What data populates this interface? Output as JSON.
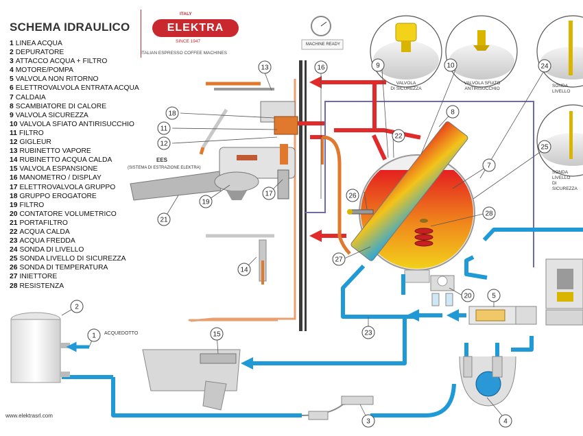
{
  "title": "SCHEMA IDRAULICO",
  "legend": [
    {
      "n": "1",
      "label": "LINEA ACQUA"
    },
    {
      "n": "2",
      "label": "DEPURATORE"
    },
    {
      "n": "3",
      "label": "ATTACCO ACQUA + FILTRO"
    },
    {
      "n": "4",
      "label": "MOTORE/POMPA"
    },
    {
      "n": "5",
      "label": "VALVOLA NON RITORNO"
    },
    {
      "n": "6",
      "label": "ELETTROVALVOLA ENTRATA ACQUA"
    },
    {
      "n": "7",
      "label": "CALDAIA"
    },
    {
      "n": "8",
      "label": "SCAMBIATORE DI CALORE"
    },
    {
      "n": "9",
      "label": "VALVOLA SICUREZZA"
    },
    {
      "n": "10",
      "label": "VALVOLA SFIATO ANTIRISUCCHIO"
    },
    {
      "n": "11",
      "label": "FILTRO"
    },
    {
      "n": "12",
      "label": "GIGLEUR"
    },
    {
      "n": "13",
      "label": "RUBINETTO VAPORE"
    },
    {
      "n": "14",
      "label": "RUBINETTO ACQUA CALDA"
    },
    {
      "n": "15",
      "label": "VALVOLA ESPANSIONE"
    },
    {
      "n": "16",
      "label": "MANOMETRO / DISPLAY"
    },
    {
      "n": "17",
      "label": "ELETTROVALVOLA GRUPPO"
    },
    {
      "n": "18",
      "label": "GRUPPO EROGATORE"
    },
    {
      "n": "19",
      "label": "FILTRO"
    },
    {
      "n": "20",
      "label": "CONTATORE VOLUMETRICO"
    },
    {
      "n": "21",
      "label": "PORTAFILTRO"
    },
    {
      "n": "22",
      "label": "ACQUA CALDA"
    },
    {
      "n": "23",
      "label": "ACQUA FREDDA"
    },
    {
      "n": "24",
      "label": "SONDA DI LIVELLO"
    },
    {
      "n": "25",
      "label": "SONDA LIVELLO DI SICUREZZA"
    },
    {
      "n": "26",
      "label": "SONDA DI TEMPERATURA"
    },
    {
      "n": "27",
      "label": "INIETTORE"
    },
    {
      "n": "28",
      "label": "RESISTENZA"
    }
  ],
  "logo": {
    "brand": "ELEKTRA",
    "since": "SINCE 1947",
    "made": "ITALY",
    "tagline": "ITALIAN ESPRESSO COFFEE MACHINES"
  },
  "display_text": "MACHINE READY",
  "ees": {
    "title": "EES",
    "subtitle": "(SISTEMA DI ESTRAZIONE ELEKTRA)"
  },
  "acquedotto": "ACQUEDOTTO",
  "insets": {
    "valvola_sicurezza": "VALVOLA\nDI SICUREZZA",
    "valvola_sfiato": "VALVOLA SFIATO\nANTIRISUCCHIO",
    "sonda_livello": "SONDA LIVELLO",
    "sonda_sicurezza": "SONDA LIVELLO\nDI SICUREZZA"
  },
  "website": "www.elektrasrl.com",
  "colors": {
    "hot": "#e12a2a",
    "cold": "#1f9ad6",
    "copper": "#e0782e",
    "outline": "#6a6ab8"
  },
  "callouts": [
    {
      "n": "1"
    },
    {
      "n": "2"
    },
    {
      "n": "3"
    },
    {
      "n": "4"
    },
    {
      "n": "5"
    },
    {
      "n": "7"
    },
    {
      "n": "8"
    },
    {
      "n": "9"
    },
    {
      "n": "10"
    },
    {
      "n": "11"
    },
    {
      "n": "12"
    },
    {
      "n": "13"
    },
    {
      "n": "14"
    },
    {
      "n": "15"
    },
    {
      "n": "16"
    },
    {
      "n": "17"
    },
    {
      "n": "18"
    },
    {
      "n": "19"
    },
    {
      "n": "20"
    },
    {
      "n": "21"
    },
    {
      "n": "22"
    },
    {
      "n": "23"
    },
    {
      "n": "24"
    },
    {
      "n": "25"
    },
    {
      "n": "26"
    },
    {
      "n": "27"
    },
    {
      "n": "28"
    }
  ]
}
